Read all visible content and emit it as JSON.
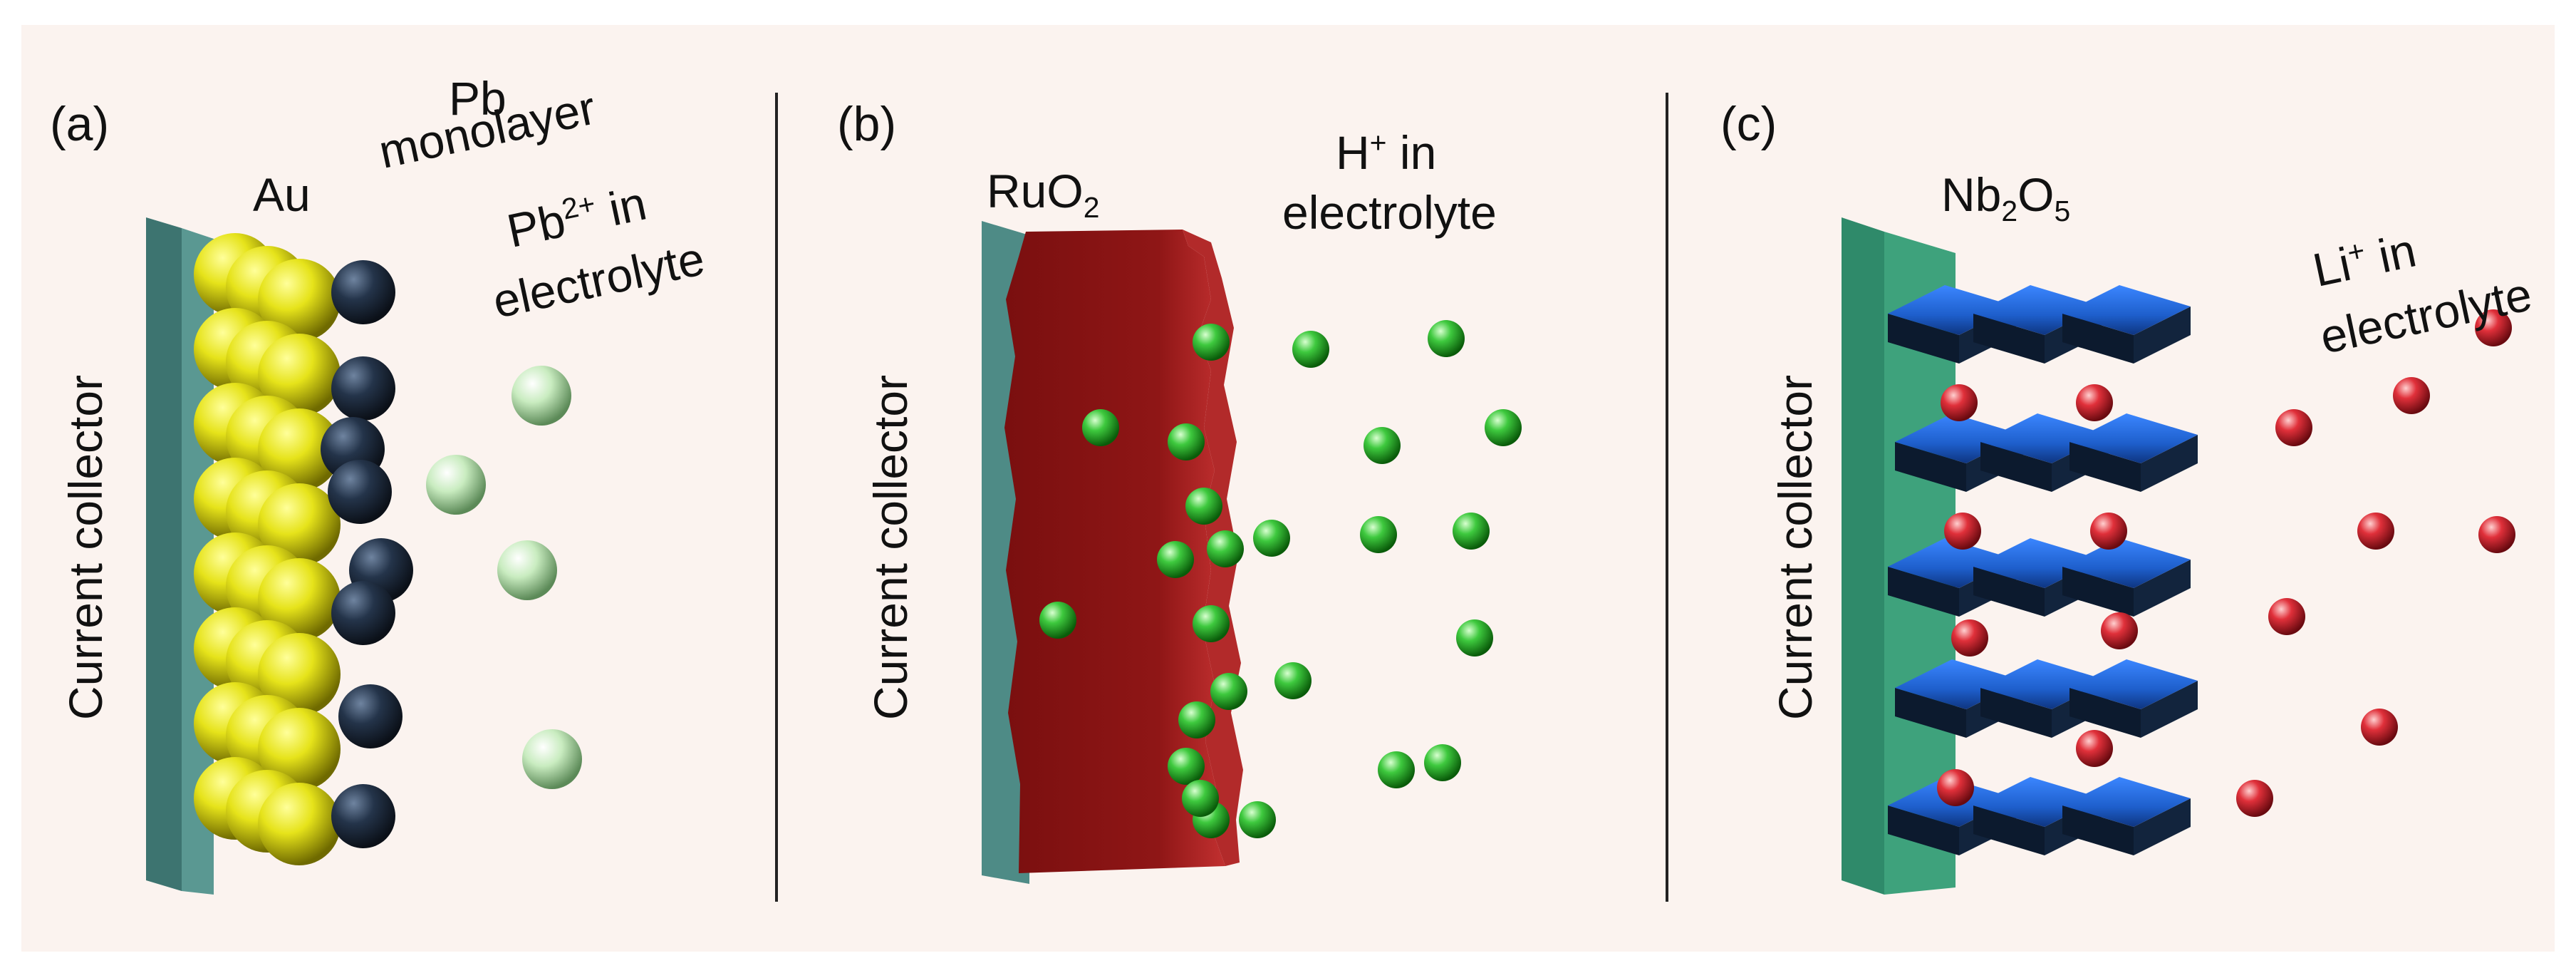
{
  "panels": [
    {
      "letter": "(a)",
      "collector": "Current collector",
      "electrode": "Au",
      "layer_label": [
        "Pb",
        "monolayer"
      ],
      "ion_label": {
        "base": "Pb",
        "sup": "2+",
        "after": " in",
        "line2": "electrolyte"
      }
    },
    {
      "letter": "(b)",
      "collector": "Current collector",
      "electrode": {
        "base": "RuO",
        "sub": "2"
      },
      "ion_label": {
        "base": "H",
        "sup": "+",
        "after": " in",
        "line2": "electrolyte"
      }
    },
    {
      "letter": "(c)",
      "collector": "Current collector",
      "electrode": {
        "base": "Nb",
        "sub1": "2",
        "mid": "O",
        "sub2": "5"
      },
      "ion_label": {
        "base": "Li",
        "sup": "+",
        "after": " in",
        "line2": "electrolyte"
      }
    }
  ],
  "colors": {
    "background": "#fbf3ef",
    "collector": "#4e8b86",
    "gold": "#e3e31a",
    "pb_atom": "#24344a",
    "pb_ion": "#c9ecc0",
    "ruo2": "#8a1414",
    "proton": "#3ec93e",
    "nb2o5": "#2a6fe0",
    "li_ion": "#e0303a",
    "divider": "#222222"
  },
  "icons": {
    "collector_plate": "slab",
    "au_atom": "sphere",
    "pb_atom": "sphere",
    "ion": "sphere",
    "nb2o5_block": "octahedral-stack"
  }
}
